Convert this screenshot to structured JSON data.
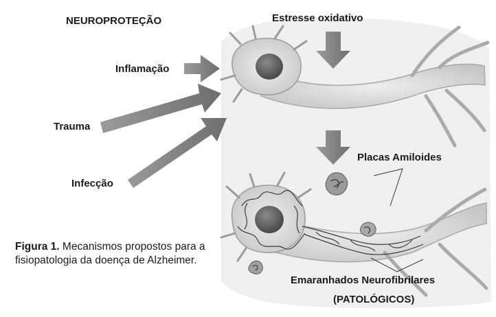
{
  "title": "NEUROPROTEÇÃO",
  "labels": {
    "oxidative": "Estresse oxidativo",
    "inflammation": "Inflamação",
    "trauma": "Trauma",
    "infection": "Infecção",
    "plaques": "Placas Amiloides",
    "tangles": "Emaranhados Neurofibrilares",
    "pathological": "(PATOLÓGICOS)"
  },
  "caption": {
    "tag": "Figura 1.",
    "text": " Mecanismos propostos para a fisiopatologia da doença de Alzheimer."
  },
  "colors": {
    "background": "#ffffff",
    "text": "#1a1a1a",
    "arrow": "#7d7d7d",
    "membrane": "#c2c2c2",
    "membrane_edge": "#a6a6a6",
    "nucleus": "#555555",
    "tangle": "#3a3a3a",
    "plaque": "#8a8a8a"
  }
}
